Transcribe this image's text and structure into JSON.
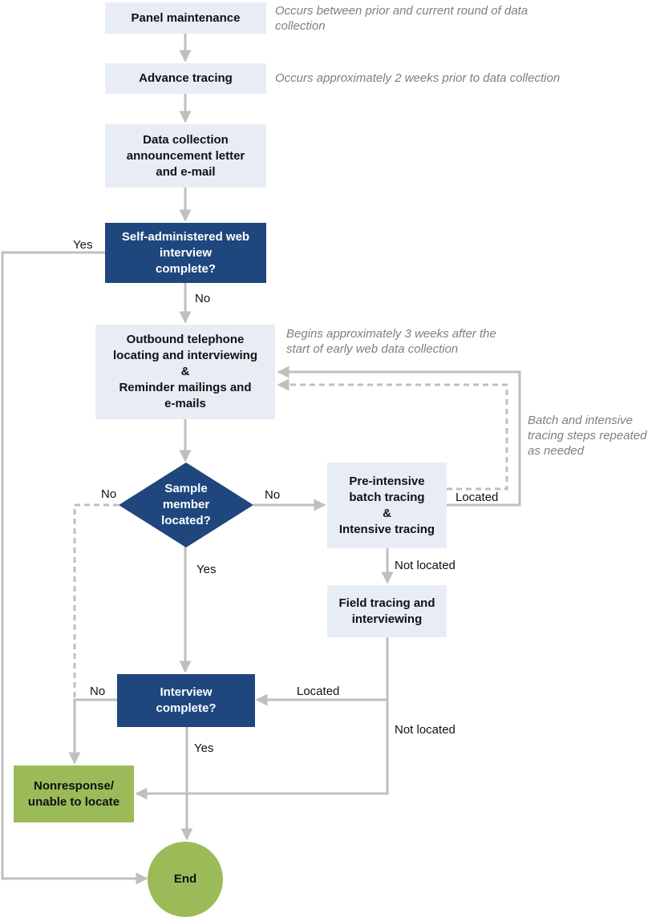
{
  "nodes": {
    "panel_maintenance": "Panel maintenance",
    "advance_tracing": "Advance tracing",
    "announcement": [
      "Data collection",
      "announcement letter",
      "and e-mail"
    ],
    "web_complete": [
      "Self-administered web",
      "interview",
      "complete?"
    ],
    "outbound": [
      "Outbound telephone",
      "locating and interviewing",
      "&",
      "Reminder mailings and",
      "e-mails"
    ],
    "sample_located": [
      "Sample",
      "member",
      "located?"
    ],
    "pre_intensive": [
      "Pre-intensive",
      "batch tracing",
      "&",
      "Intensive tracing"
    ],
    "field_tracing": [
      "Field tracing and",
      "interviewing"
    ],
    "interview_complete": [
      "Interview",
      "complete?"
    ],
    "nonresponse": [
      "Nonresponse/",
      "unable to locate"
    ],
    "end": "End"
  },
  "notes": {
    "panel_maintenance": [
      "Occurs between prior and current round of data",
      "collection"
    ],
    "advance_tracing": "Occurs approximately 2 weeks prior to data collection",
    "outbound": [
      "Begins approximately 3 weeks after the",
      "start of early web data collection"
    ],
    "batch": [
      "Batch and intensive",
      "tracing steps repeated",
      "as needed"
    ]
  },
  "edge_labels": {
    "web_yes": "Yes",
    "web_no": "No",
    "sample_no_left": "No",
    "sample_no_right": "No",
    "sample_yes": "Yes",
    "pre_located": "Located",
    "pre_not_located": "Not located",
    "field_located": "Located",
    "field_not_located": "Not located",
    "interview_no": "No",
    "interview_yes": "Yes"
  },
  "colors": {
    "light_box": "#e8edf5",
    "dark_box": "#1f477e",
    "green_box": "#9bbb59",
    "connector": "#bfbfbf",
    "note_text": "#7f7f7f"
  }
}
